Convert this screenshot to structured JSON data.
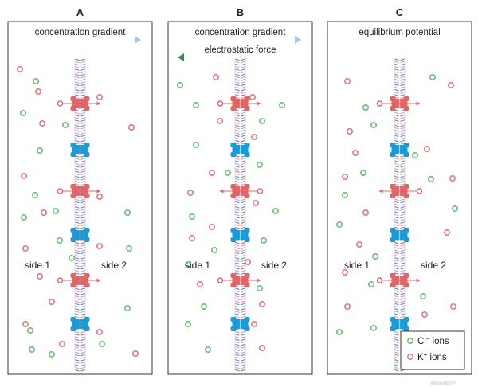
{
  "panels": [
    {
      "letter": "A",
      "banners": [
        {
          "text": "concentration gradient",
          "direction": "right",
          "color": "#9ec9ec"
        }
      ],
      "side_left": "side 1",
      "side_right": "side 2",
      "k_channel_arrows": [
        "right",
        "right",
        "right"
      ]
    },
    {
      "letter": "B",
      "banners": [
        {
          "text": "concentration gradient",
          "direction": "right",
          "color": "#9ec9ec"
        },
        {
          "text": "electrostatic force",
          "direction": "left",
          "color": "#3f8a4a"
        }
      ],
      "side_left": "side 1",
      "side_right": "side 2",
      "k_channel_arrows": [
        "right",
        "left",
        "right"
      ]
    },
    {
      "letter": "C",
      "banners": [
        {
          "text": "equilibrium potential",
          "direction": "none",
          "color": "#ffffff"
        }
      ],
      "side_left": "side 1",
      "side_right": "side 2",
      "k_channel_arrows": [
        "right",
        "left",
        "right"
      ]
    }
  ],
  "legend": {
    "items": [
      {
        "label": "Cl",
        "sup": "–",
        "suffix": " ions",
        "color": "#6cbf78"
      },
      {
        "label": "K",
        "sup": "+",
        "suffix": " ions",
        "color": "#e07a7a"
      }
    ]
  },
  "colors": {
    "k_channel": "#e06666",
    "cl_channel": "#1a9ad6",
    "k_ion": "#e07a7a",
    "cl_ion": "#6cbf78",
    "membrane_pink": "#f28c8c",
    "membrane_blue": "#4a7fd0"
  },
  "credit": "搜狐号@脑科学"
}
